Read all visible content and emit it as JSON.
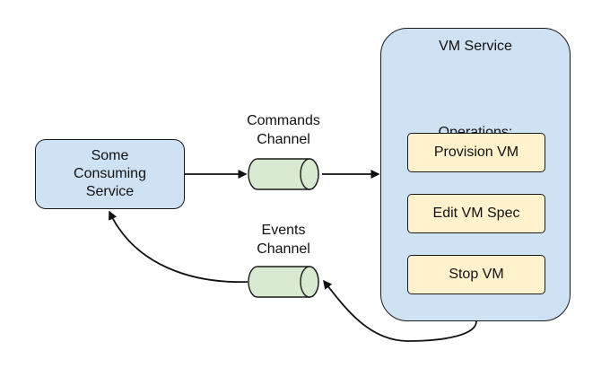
{
  "consumer": {
    "label": "Some\nConsuming\nService"
  },
  "vm_service": {
    "title": "VM Service",
    "operations_heading": "Operations:",
    "operations": [
      "Provision VM",
      "Edit VM Spec",
      "Stop VM"
    ]
  },
  "channels": {
    "commands": "Commands\nChannel",
    "events": "Events\nChannel"
  },
  "colors": {
    "service_fill": "#cfe2f3",
    "operation_fill": "#fff2cc",
    "channel_fill": "#d9ead3",
    "stroke": "#1a1a1a"
  }
}
